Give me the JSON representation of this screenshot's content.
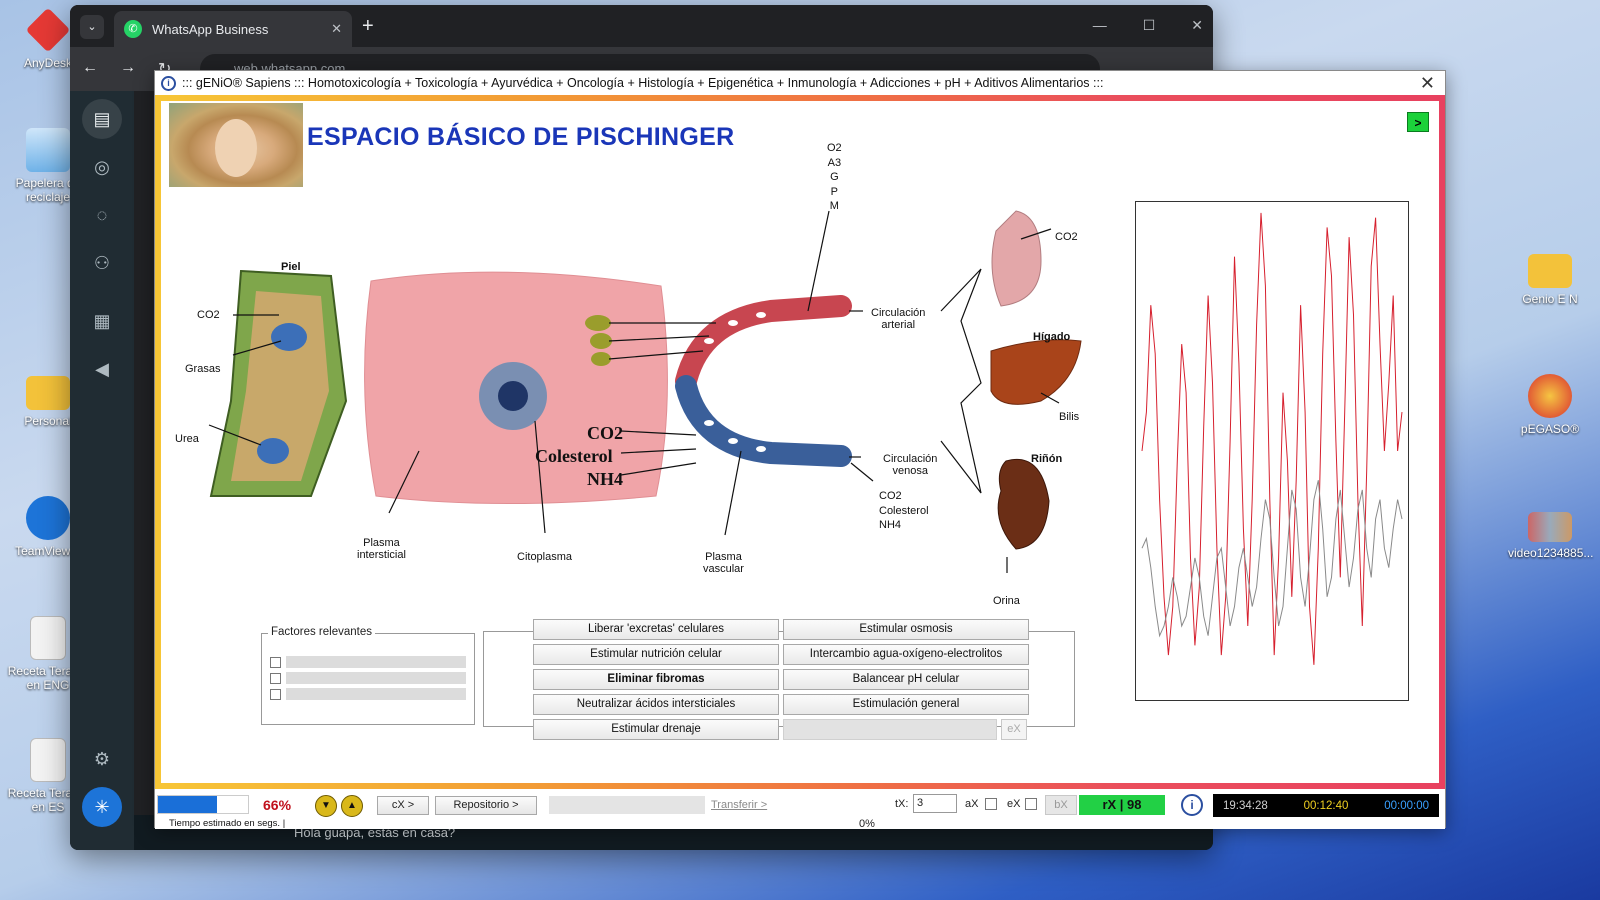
{
  "desktop": {
    "icons": [
      {
        "label": "AnyDesk",
        "color": "#e53935"
      },
      {
        "label": "Papelera de reciclaje",
        "color": "#6fb2e8"
      },
      {
        "label": "Personal",
        "color": "#f3c23a"
      },
      {
        "label": "TeamViewer",
        "color": "#1d74d8"
      },
      {
        "label": "Receta Terapia en ENG",
        "color": "#f3f3f3"
      },
      {
        "label": "Receta Terapia en ES",
        "color": "#f3f3f3"
      },
      {
        "label": "Genio E N",
        "color": "#f3c23a"
      },
      {
        "label": "pEGASO®",
        "color": "#d92f2f"
      },
      {
        "label": "video1234885...",
        "color": "#9ab"
      }
    ]
  },
  "browser": {
    "tab_title": "WhatsApp Business",
    "url": "web.whatsapp.com",
    "bottom_message": "Hola guapa, estás en casa?"
  },
  "modal": {
    "title": "::: gENiO® Sapiens ::: Homotoxicología + Toxicología + Ayurvédica + Oncología + Histología + Epigenética + Inmunología + Adicciones + pH + Aditivos Alimentarios :::",
    "heading": "ESPACIO BÁSICO DE PISCHINGER",
    "go_label": ">",
    "labels": {
      "piel": "Piel",
      "co2_left": "CO2",
      "grasas": "Grasas",
      "urea": "Urea",
      "plasma_intersticial": "Plasma\nintersticial",
      "citoplasma": "Citoplasma",
      "plasma_vascular": "Plasma\nvascular",
      "o2_stack": "O2\nA3\nG\nP\nM",
      "circ_arterial": "Circulación\narterial",
      "circ_venosa": "Circulación\nvenosa",
      "venous_out": "CO2\nColesterol\nNH4",
      "co2_lung": "CO2",
      "higado": "Hígado",
      "bilis": "Bilis",
      "rinon": "Riñón",
      "orina": "Orina",
      "big_co2": "CO2",
      "big_colesterol": "Colesterol",
      "big_nh4": "NH4"
    },
    "factors_title": "Factores relevantes",
    "actions_left": [
      "Liberar 'excretas' celulares",
      "Estimular nutrición celular",
      "Eliminar fibromas",
      "Neutralizar ácidos intersticiales",
      "Estimular drenaje"
    ],
    "actions_right": [
      "Estimular osmosis",
      "Intercambio agua-oxígeno-electrolitos",
      "Balancear pH celular",
      "Estimulación general"
    ],
    "ex_label": "eX",
    "status": {
      "progress_pct": 66,
      "progress_label": "66%",
      "eta_label": "Tiempo estimado en segs. |",
      "cx_label": "cX >",
      "repositorio_label": "Repositorio >",
      "transferir_label": "Transferir >",
      "zero_pct": "0%",
      "tx_label": "tX:",
      "tx_value": "3",
      "ax_label": "aX",
      "ex2_label": "eX",
      "bx_label": "bX",
      "rx_label": "rX | 98",
      "time_1": "19:34:28",
      "time_2": "00:12:40",
      "time_3": "00:00:00",
      "time_1_color": "#d0d0d0",
      "time_2_color": "#f0d020",
      "time_3_color": "#39a0ff"
    }
  },
  "chart_data": {
    "type": "line",
    "ylim": [
      0,
      100
    ],
    "grid": false,
    "series": [
      {
        "color": "#d6202e",
        "values": [
          50,
          58,
          80,
          70,
          40,
          20,
          8,
          18,
          48,
          72,
          62,
          28,
          10,
          22,
          55,
          82,
          64,
          30,
          8,
          20,
          52,
          90,
          68,
          34,
          14,
          40,
          76,
          99,
          84,
          40,
          8,
          28,
          62,
          48,
          20,
          44,
          80,
          58,
          18,
          6,
          30,
          70,
          96,
          86,
          52,
          24,
          58,
          94,
          78,
          40,
          14,
          46,
          88,
          98,
          72,
          50,
          64,
          82,
          50,
          58
        ]
      },
      {
        "color": "#8a8a8a",
        "values": [
          30,
          32,
          26,
          18,
          12,
          14,
          18,
          24,
          20,
          14,
          16,
          22,
          28,
          24,
          16,
          12,
          20,
          28,
          30,
          22,
          14,
          18,
          26,
          30,
          24,
          18,
          22,
          32,
          40,
          36,
          24,
          14,
          18,
          30,
          42,
          38,
          24,
          18,
          28,
          40,
          44,
          34,
          20,
          24,
          36,
          42,
          32,
          22,
          28,
          38,
          42,
          30,
          24,
          36,
          40,
          30,
          26,
          34,
          40,
          36
        ]
      }
    ]
  }
}
